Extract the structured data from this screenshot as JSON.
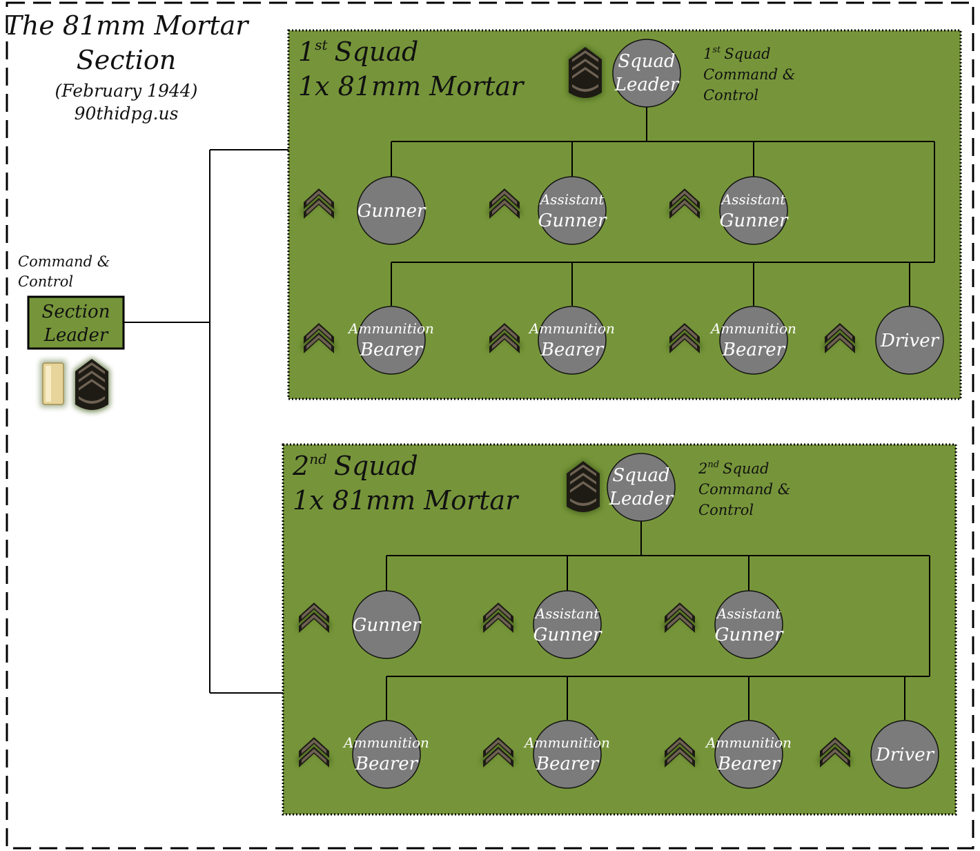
{
  "title": {
    "line1": "The 81mm Mortar",
    "line2": "Section",
    "date": "(February 1944)",
    "site": "90thidpg.us"
  },
  "section": {
    "cc_line1": "Command &",
    "cc_line2": "Control",
    "leader_line1": "Section",
    "leader_line2": "Leader",
    "insignia": [
      "second-lieutenant-bar-icon",
      "staff-sergeant-chevron-icon"
    ]
  },
  "squads": [
    {
      "num": "1",
      "ord": "st",
      "word": "Squad",
      "mortar": "1x 81mm Mortar",
      "cc_line1_word": "Squad",
      "cc_line2": "Command &",
      "cc_line3": "Control"
    },
    {
      "num": "2",
      "ord": "nd",
      "word": "Squad",
      "mortar": "1x 81mm Mortar",
      "cc_line1_word": "Squad",
      "cc_line2": "Command &",
      "cc_line3": "Control"
    }
  ],
  "roles": {
    "squad_leader": [
      "Squad",
      "Leader"
    ],
    "gunner": "Gunner",
    "assistant_gunner": [
      "Assistant",
      "Gunner"
    ],
    "ammunition_bearer": [
      "Ammunition",
      "Bearer"
    ],
    "driver": "Driver"
  },
  "colors": {
    "squad_fill": "#76953a",
    "person_fill": "#7b7b7b",
    "chevron_dark": "#1e1b15",
    "chevron_stripe": "#6e6253",
    "bar_gold": "#e6d49a"
  }
}
